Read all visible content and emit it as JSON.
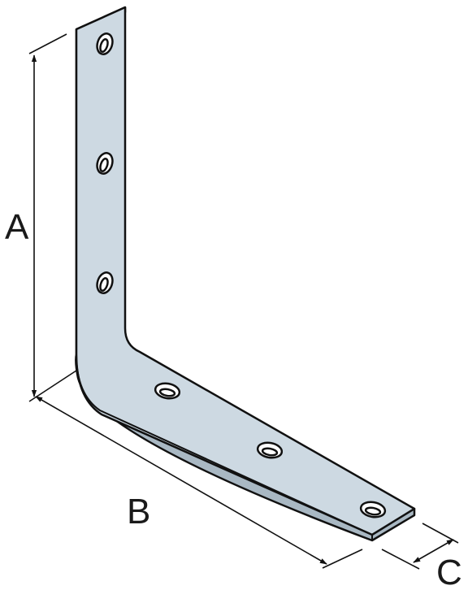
{
  "diagram": {
    "dimension_labels": {
      "a": "A",
      "b": "B",
      "c": "C"
    },
    "colors": {
      "metal_face": "#cdd9e2",
      "metal_edge": "#a9b8c3",
      "outline": "#111111",
      "background": "#ffffff"
    }
  }
}
